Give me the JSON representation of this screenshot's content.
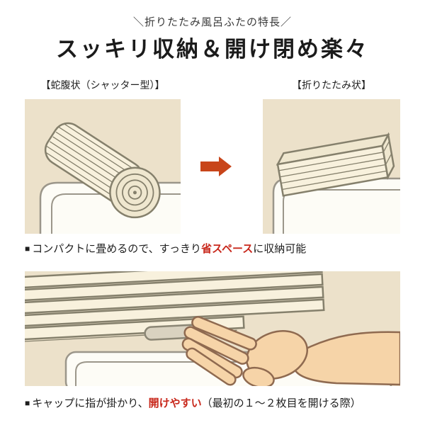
{
  "header": {
    "tagline": "＼折りたたみ風呂ふたの特長／",
    "title": "スッキリ収納＆開け閉め楽々"
  },
  "comparison": {
    "left_label": "【蛇腹状（シャッター型）】",
    "right_label": "【折りたたみ状】"
  },
  "features": {
    "storage": {
      "bullet": "■",
      "before": "コンパクトに畳めるので、すっきり",
      "highlight": "省スペース",
      "after": "に収納可能"
    },
    "opening": {
      "bullet": "■",
      "before": "キャップに指が掛かり、",
      "highlight": "開けやすい",
      "after": "（最初の１～２枚目を開ける際）"
    }
  },
  "colors": {
    "accent_red": "#c8281c",
    "arrow_orange": "#c8451a",
    "panel_beige": "#ece1ca",
    "text_dark": "#222222",
    "illustration_cream": "#f8f1dd",
    "illustration_outline": "#85806c"
  }
}
